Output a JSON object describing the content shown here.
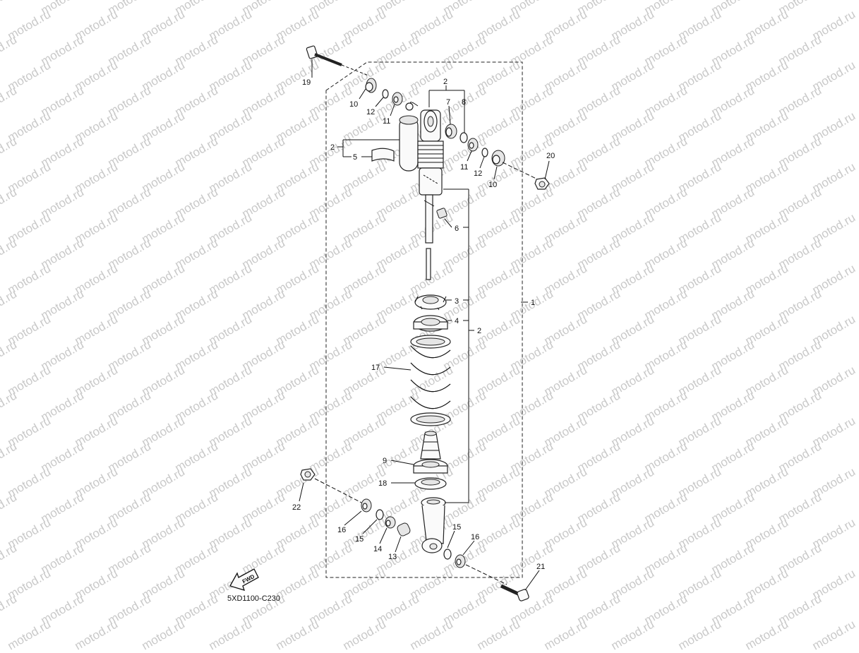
{
  "watermark_text": "motod.ru",
  "diagram_code": "5XD1100-C230",
  "fwd_arrow": {
    "text": "FWD",
    "icon": "fwd-arrow-icon"
  },
  "callouts": {
    "c1": "1",
    "c2a": "2",
    "c2b": "2",
    "c2c": "2",
    "c3": "3",
    "c4": "4",
    "c5": "5",
    "c6": "6",
    "c7": "7",
    "c8": "8",
    "c9": "9",
    "c10a": "10",
    "c10b": "10",
    "c11a": "11",
    "c11b": "11",
    "c12a": "12",
    "c12b": "12",
    "c13": "13",
    "c14": "14",
    "c15a": "15",
    "c15b": "15",
    "c16a": "16",
    "c16b": "16",
    "c17": "17",
    "c18": "18",
    "c19": "19",
    "c20": "20",
    "c21": "21",
    "c22": "22"
  }
}
